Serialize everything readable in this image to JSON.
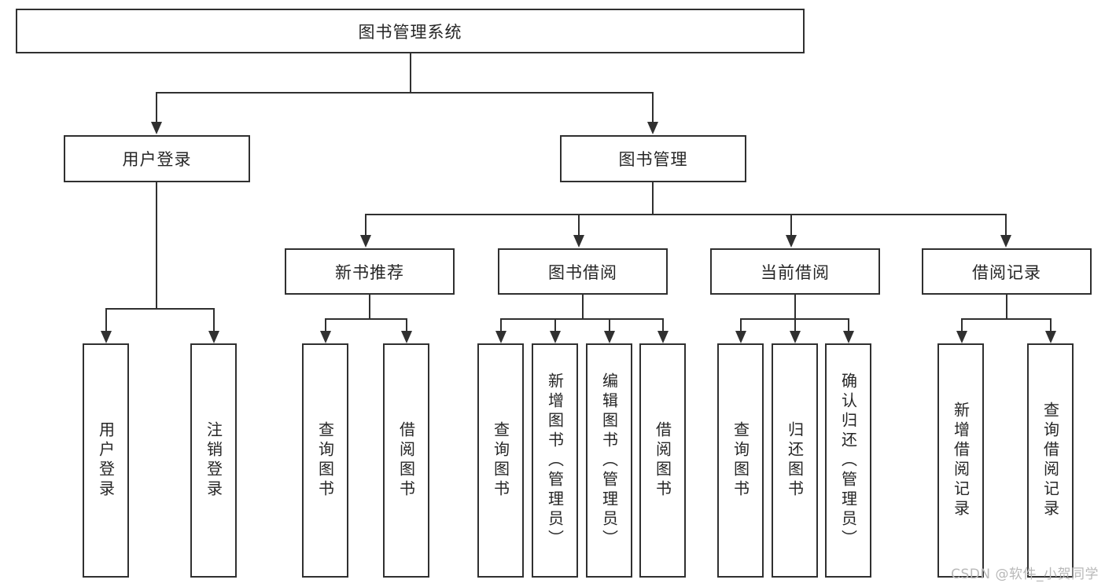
{
  "diagram": {
    "type": "tree-hierarchy",
    "title": "图书管理系统",
    "watermark": "CSDN @软件_小贺同学",
    "colors": {
      "stroke": "#303030",
      "fill": "#ffffff",
      "text": "#262626",
      "watermark": "#b8b8b8"
    },
    "nodes": {
      "root": {
        "label": "图书管理系统",
        "level": 1
      },
      "user_login": {
        "label": "用户登录",
        "level": 2
      },
      "book_manage": {
        "label": "图书管理",
        "level": 2
      },
      "new_book_rec": {
        "label": "新书推荐",
        "level": 3
      },
      "book_borrow": {
        "label": "图书借阅",
        "level": 3
      },
      "current_borrow": {
        "label": "当前借阅",
        "level": 3
      },
      "borrow_record": {
        "label": "借阅记录",
        "level": 3
      },
      "leaf_user_login": {
        "label": "用户登录",
        "level": 4
      },
      "leaf_logout": {
        "label": "注销登录",
        "level": 4
      },
      "leaf_query_book_1": {
        "label": "查询图书",
        "level": 4
      },
      "leaf_borrow_book_1": {
        "label": "借阅图书",
        "level": 4
      },
      "leaf_query_book_2": {
        "label": "查询图书",
        "level": 4
      },
      "leaf_add_book": {
        "label": "新增图书（管理员）",
        "level": 4
      },
      "leaf_edit_book": {
        "label": "编辑图书（管理员）",
        "level": 4
      },
      "leaf_borrow_book_2": {
        "label": "借阅图书",
        "level": 4
      },
      "leaf_query_book_3": {
        "label": "查询图书",
        "level": 4
      },
      "leaf_return_book": {
        "label": "归还图书",
        "level": 4
      },
      "leaf_confirm_return": {
        "label": "确认归还（管理员）",
        "level": 4
      },
      "leaf_add_record": {
        "label": "新增借阅记录",
        "level": 4
      },
      "leaf_query_record": {
        "label": "查询借阅记录",
        "level": 4
      }
    },
    "edges": [
      {
        "from": "root",
        "to": "user_login"
      },
      {
        "from": "root",
        "to": "book_manage"
      },
      {
        "from": "user_login",
        "to": "leaf_user_login"
      },
      {
        "from": "user_login",
        "to": "leaf_logout"
      },
      {
        "from": "book_manage",
        "to": "new_book_rec"
      },
      {
        "from": "book_manage",
        "to": "book_borrow"
      },
      {
        "from": "book_manage",
        "to": "current_borrow"
      },
      {
        "from": "book_manage",
        "to": "borrow_record"
      },
      {
        "from": "new_book_rec",
        "to": "leaf_query_book_1"
      },
      {
        "from": "new_book_rec",
        "to": "leaf_borrow_book_1"
      },
      {
        "from": "book_borrow",
        "to": "leaf_query_book_2"
      },
      {
        "from": "book_borrow",
        "to": "leaf_add_book"
      },
      {
        "from": "book_borrow",
        "to": "leaf_edit_book"
      },
      {
        "from": "book_borrow",
        "to": "leaf_borrow_book_2"
      },
      {
        "from": "current_borrow",
        "to": "leaf_query_book_3"
      },
      {
        "from": "current_borrow",
        "to": "leaf_return_book"
      },
      {
        "from": "current_borrow",
        "to": "leaf_confirm_return"
      },
      {
        "from": "borrow_record",
        "to": "leaf_add_record"
      },
      {
        "from": "borrow_record",
        "to": "leaf_query_record"
      }
    ]
  }
}
